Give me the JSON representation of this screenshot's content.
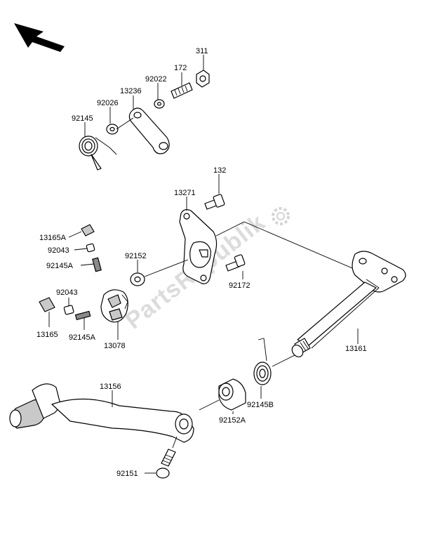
{
  "labels": {
    "p311": "311",
    "p172": "172",
    "p92022": "92022",
    "p13236": "13236",
    "p92026": "92026",
    "p92145": "92145",
    "p132": "132",
    "p13271": "13271",
    "p13165a": "13165A",
    "p92043a": "92043",
    "p92145a1": "92145A",
    "p92152": "92152",
    "p92172": "92172",
    "p92043b": "92043",
    "p13165": "13165",
    "p92145a2": "92145A",
    "p13078": "13078",
    "p13161": "13161",
    "p13156": "13156",
    "p92152a": "92152A",
    "p92145b": "92145B",
    "p92151": "92151"
  },
  "watermark": {
    "text": "PartsRepublik",
    "color": "#d8d8d8"
  },
  "colors": {
    "line": "#000000",
    "part_fill": "#ffffff",
    "part_shade": "#c9c9c9"
  },
  "icons": {
    "direction": "front-direction-arrow-icon",
    "watermark_gear": "gear-icon"
  }
}
